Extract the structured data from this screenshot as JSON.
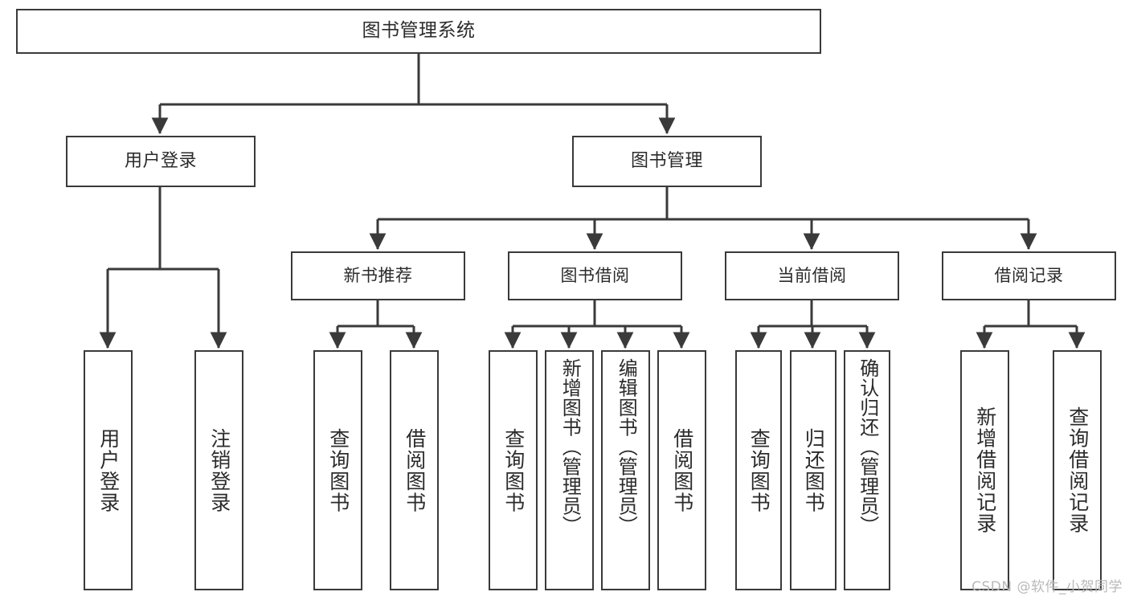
{
  "diagram": {
    "type": "tree-hierarchy-chart",
    "title": "图书管理系统",
    "root": {
      "id": "root",
      "label": "图书管理系统"
    },
    "level2": [
      {
        "id": "user-login",
        "label": "用户登录"
      },
      {
        "id": "book-manage",
        "label": "图书管理"
      }
    ],
    "level3": [
      {
        "id": "new-book-rec",
        "label": "新书推荐",
        "parent": "book-manage"
      },
      {
        "id": "book-borrow",
        "label": "图书借阅",
        "parent": "book-manage"
      },
      {
        "id": "current-borrow",
        "label": "当前借阅",
        "parent": "book-manage"
      },
      {
        "id": "borrow-record",
        "label": "借阅记录",
        "parent": "book-manage"
      }
    ],
    "leaves": [
      {
        "id": "leaf-user-login",
        "label": "用户登录",
        "parent": "user-login"
      },
      {
        "id": "leaf-logout",
        "label": "注销登录",
        "parent": "user-login"
      },
      {
        "id": "leaf-query-book-1",
        "label": "查询图书",
        "parent": "new-book-rec"
      },
      {
        "id": "leaf-borrow-book-1",
        "label": "借阅图书",
        "parent": "new-book-rec"
      },
      {
        "id": "leaf-query-book-2",
        "label": "查询图书",
        "parent": "book-borrow"
      },
      {
        "id": "leaf-add-book",
        "label": "新增图书（管理员）",
        "parent": "book-borrow"
      },
      {
        "id": "leaf-edit-book",
        "label": "编辑图书（管理员）",
        "parent": "book-borrow"
      },
      {
        "id": "leaf-borrow-book-2",
        "label": "借阅图书",
        "parent": "book-borrow"
      },
      {
        "id": "leaf-query-book-3",
        "label": "查询图书",
        "parent": "current-borrow"
      },
      {
        "id": "leaf-return-book",
        "label": "归还图书",
        "parent": "current-borrow"
      },
      {
        "id": "leaf-confirm-return",
        "label": "确认归还（管理员）",
        "parent": "current-borrow"
      },
      {
        "id": "leaf-add-record",
        "label": "新增借阅记录",
        "parent": "borrow-record"
      },
      {
        "id": "leaf-query-record",
        "label": "查询借阅记录",
        "parent": "borrow-record"
      }
    ]
  },
  "watermark": {
    "text": "CSDN @软件_小贺同学"
  },
  "colors": {
    "stroke": "#3a3a3a",
    "text": "#2b2b2b",
    "background": "#ffffff",
    "watermark": "#b9b9b9"
  }
}
